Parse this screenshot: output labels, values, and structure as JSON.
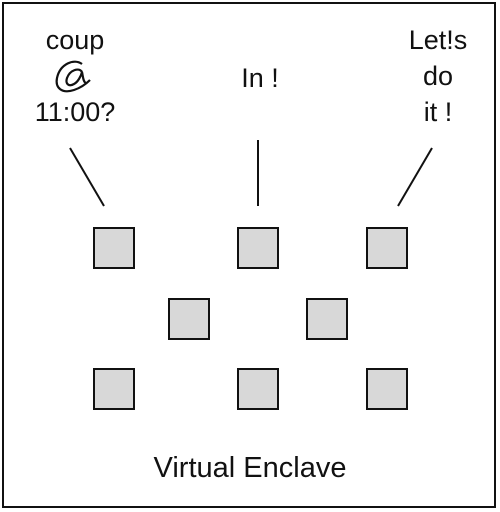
{
  "caption": "Virtual Enclave",
  "bubbles": {
    "left": [
      "coup",
      "11:00?"
    ],
    "center": [
      "In !"
    ],
    "right": [
      "Let!s",
      "do",
      "it !"
    ]
  },
  "icons": {
    "at": "at-symbol-icon"
  },
  "colors": {
    "node_fill": "#d8d8d8",
    "stroke": "#111111",
    "background": "#ffffff"
  }
}
